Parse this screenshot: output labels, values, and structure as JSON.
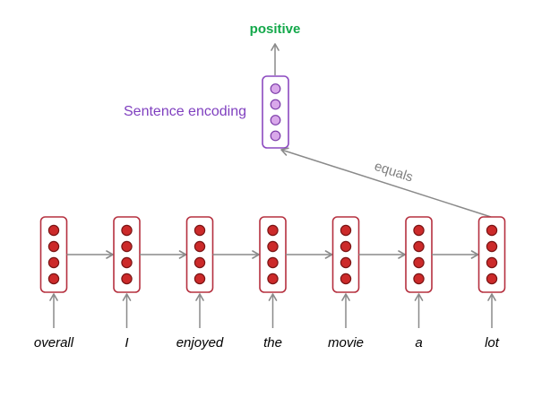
{
  "output": {
    "label": "positive"
  },
  "sentence_encoding": {
    "label": "Sentence encoding",
    "units": 4
  },
  "equals_label": "equals",
  "words": [
    "overall",
    "I",
    "enjoyed",
    "the",
    "movie",
    "a",
    "lot"
  ],
  "rnn": {
    "units_per_cell": 4
  },
  "colors": {
    "rnn_box": "#b5303f",
    "rnn_fill": "#cc2a2a",
    "rnn_dot_stroke": "#7a1414",
    "enc_box": "#8c49c0",
    "enc_fill": "#d9a8ea",
    "enc_dot_stroke": "#7a3aa8",
    "enc_label": "#7f3fbf",
    "output_label": "#13a84a",
    "arrow": "#8a8a8a",
    "equals_label": "#808080"
  }
}
